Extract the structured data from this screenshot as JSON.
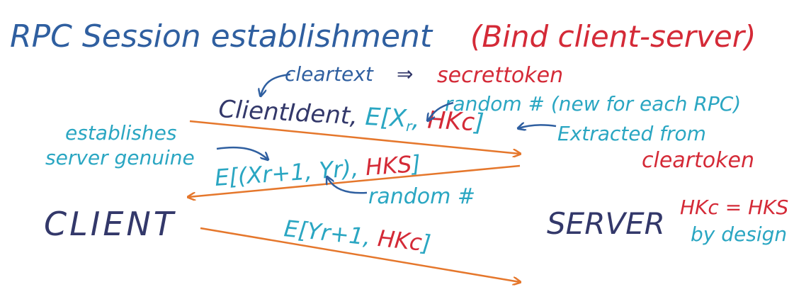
{
  "title": {
    "main": "RPC Session establishment",
    "paren": "(Bind client-server)"
  },
  "labels": {
    "cleartext": "cleartext",
    "implies": "⇒",
    "secrettoken": "secrettoken",
    "msg1_prefix": "ClientIdent, ",
    "msg1_e": "E[X",
    "msg1_sub": "r",
    "msg1_sep": ", ",
    "msg1_key": "HKc",
    "msg1_close": "]",
    "random_note": "random # (new for each RPC)",
    "extracted_line1": "Extracted from",
    "extracted_line2": "cleartoken",
    "establishes_line1": "establishes",
    "establishes_line2": "server genuine",
    "msg2_e": "E[(Xr+1, Yr), ",
    "msg2_key": "HKS",
    "msg2_close": "]",
    "random2": "random #",
    "client": "CLIENT",
    "server": "SERVER",
    "equality": "HKc = HKS",
    "by_design": "by design",
    "msg3_e": "E[Yr+1, ",
    "msg3_key": "HKc",
    "msg3_close": "]"
  },
  "colors": {
    "dark": "#33386a",
    "red": "#d42a37",
    "teal": "#2aa6c2",
    "blue": "#2f5fa0",
    "orange": "#e5772c"
  }
}
